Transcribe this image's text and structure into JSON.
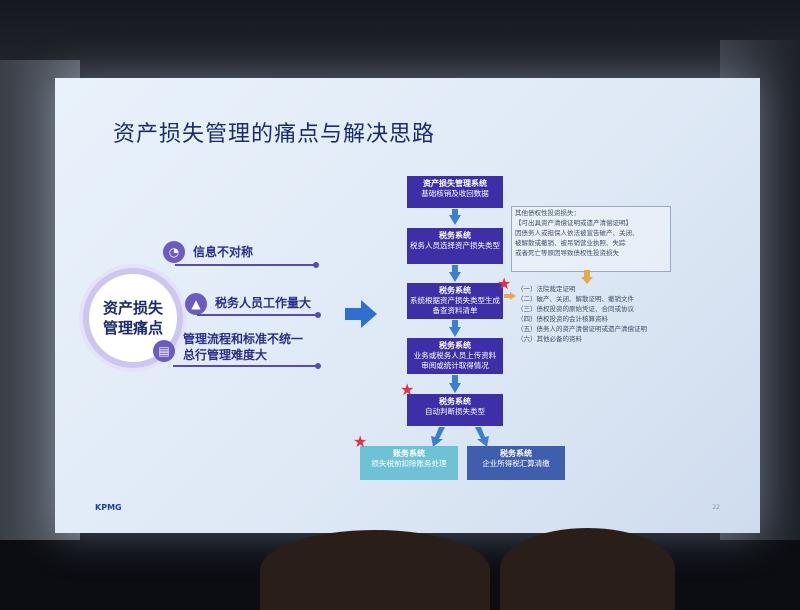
{
  "slide": {
    "title": "资产损失管理的痛点与解决思路",
    "center": {
      "line1": "资产损失",
      "line2": "管理痛点"
    },
    "pains": [
      {
        "icon": "◔",
        "text": "信息不对称"
      },
      {
        "icon": "▲",
        "text": "税务人员工作量大"
      },
      {
        "icon": "▤",
        "line1": "管理流程和标准不统一",
        "line2": "总行管理难度大"
      }
    ],
    "flow": [
      {
        "title": "资产损失管理系统",
        "body": "基础核销及收回数据"
      },
      {
        "title": "税务系统",
        "body": "税务人员选择资产损失类型"
      },
      {
        "title": "税务系统",
        "body": "系统根据资产损失类型生成备查资料清单"
      },
      {
        "title": "税务系统",
        "body": "业务或税务人员上传资料 审阅或统计取得情况"
      },
      {
        "title": "税务系统",
        "body": "自动判断损失类型"
      },
      {
        "title": "账务系统",
        "body": "损失税前扣除账务处理"
      },
      {
        "title": "税务系统",
        "body": "企业所得税汇算清缴"
      }
    ],
    "note_top": {
      "line1": "其他债权性投资损失：",
      "line2": "【可出具资产清偿证明或遗产清偿证明】",
      "line3": "因债务人或担保人依法被宣告破产、关闭、",
      "line4": "被解散或撤销、被吊销营业执照、失踪",
      "line5": "或者死亡等原因导致债权性投资损失"
    },
    "note_list": [
      "（一）法院裁定证明",
      "（二）破产、关闭、解散证明、撤销文件",
      "（三）债权投资的原始凭证、合同或协议",
      "（四）债权投资的会计核算资料",
      "（五）债务人的资产清偿证明或遗产清偿证明",
      "（六）其他必备的资料"
    ],
    "logo": "KPMG",
    "page_no": "22"
  }
}
